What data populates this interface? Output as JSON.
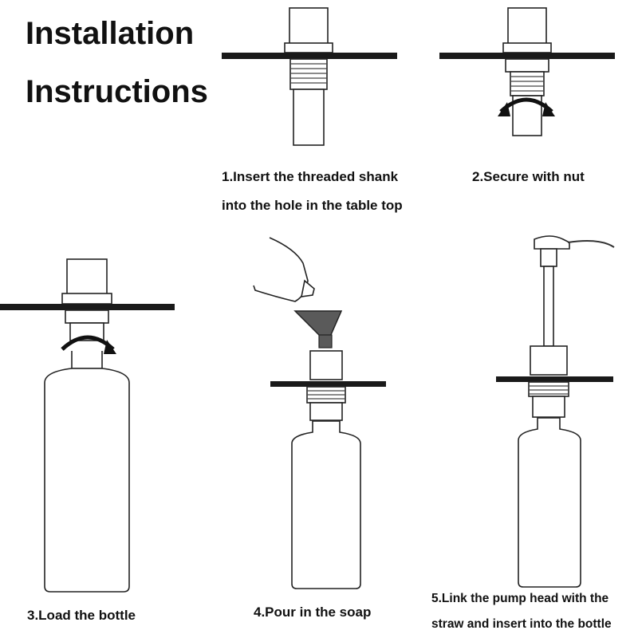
{
  "title_line1": "Installation",
  "title_line2": "Instructions",
  "steps": [
    {
      "line1": "1.Insert the threaded shank",
      "line2": "into the hole in the table top"
    },
    {
      "line1": "2.Secure with nut"
    },
    {
      "line1": "3.Load the bottle"
    },
    {
      "line1": "4.Pour in the  soap"
    },
    {
      "line1": "5.Link the pump head with the",
      "line2": "straw and insert into the bottle"
    }
  ]
}
